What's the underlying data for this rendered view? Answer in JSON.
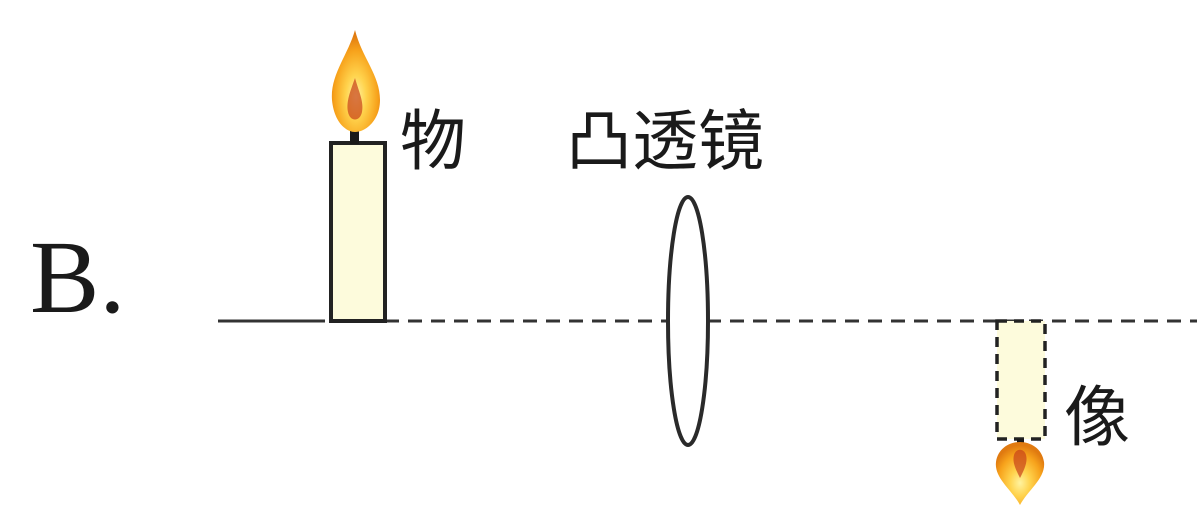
{
  "option_label": "B.",
  "labels": {
    "object": "物",
    "lens": "凸透镜",
    "image": "像"
  },
  "colors": {
    "candle_body": "#fdfbdc",
    "candle_outline": "#222222",
    "flame_outer": "#f7a21b",
    "flame_inner": "#ffd34d",
    "flame_core": "#c8421a",
    "wick": "#1a1a1a",
    "axis": "#333333",
    "lens_outline": "#2a2a2a"
  }
}
